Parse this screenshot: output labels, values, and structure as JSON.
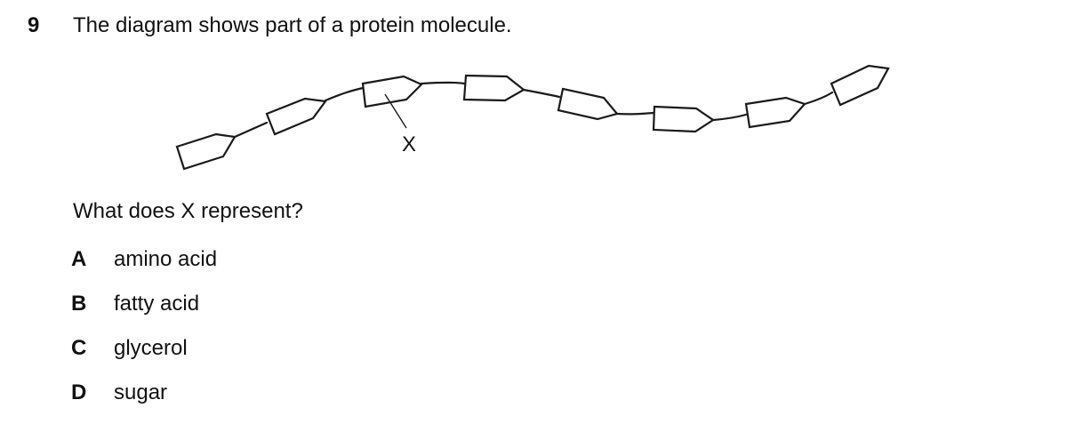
{
  "question": {
    "number": "9",
    "stem": "The diagram shows part of a protein molecule.",
    "prompt": "What does X represent?"
  },
  "diagram": {
    "label": "X",
    "unit_count": 8
  },
  "options": [
    {
      "letter": "A",
      "text": "amino acid"
    },
    {
      "letter": "B",
      "text": "fatty acid"
    },
    {
      "letter": "C",
      "text": "glycerol"
    },
    {
      "letter": "D",
      "text": "sugar"
    }
  ]
}
